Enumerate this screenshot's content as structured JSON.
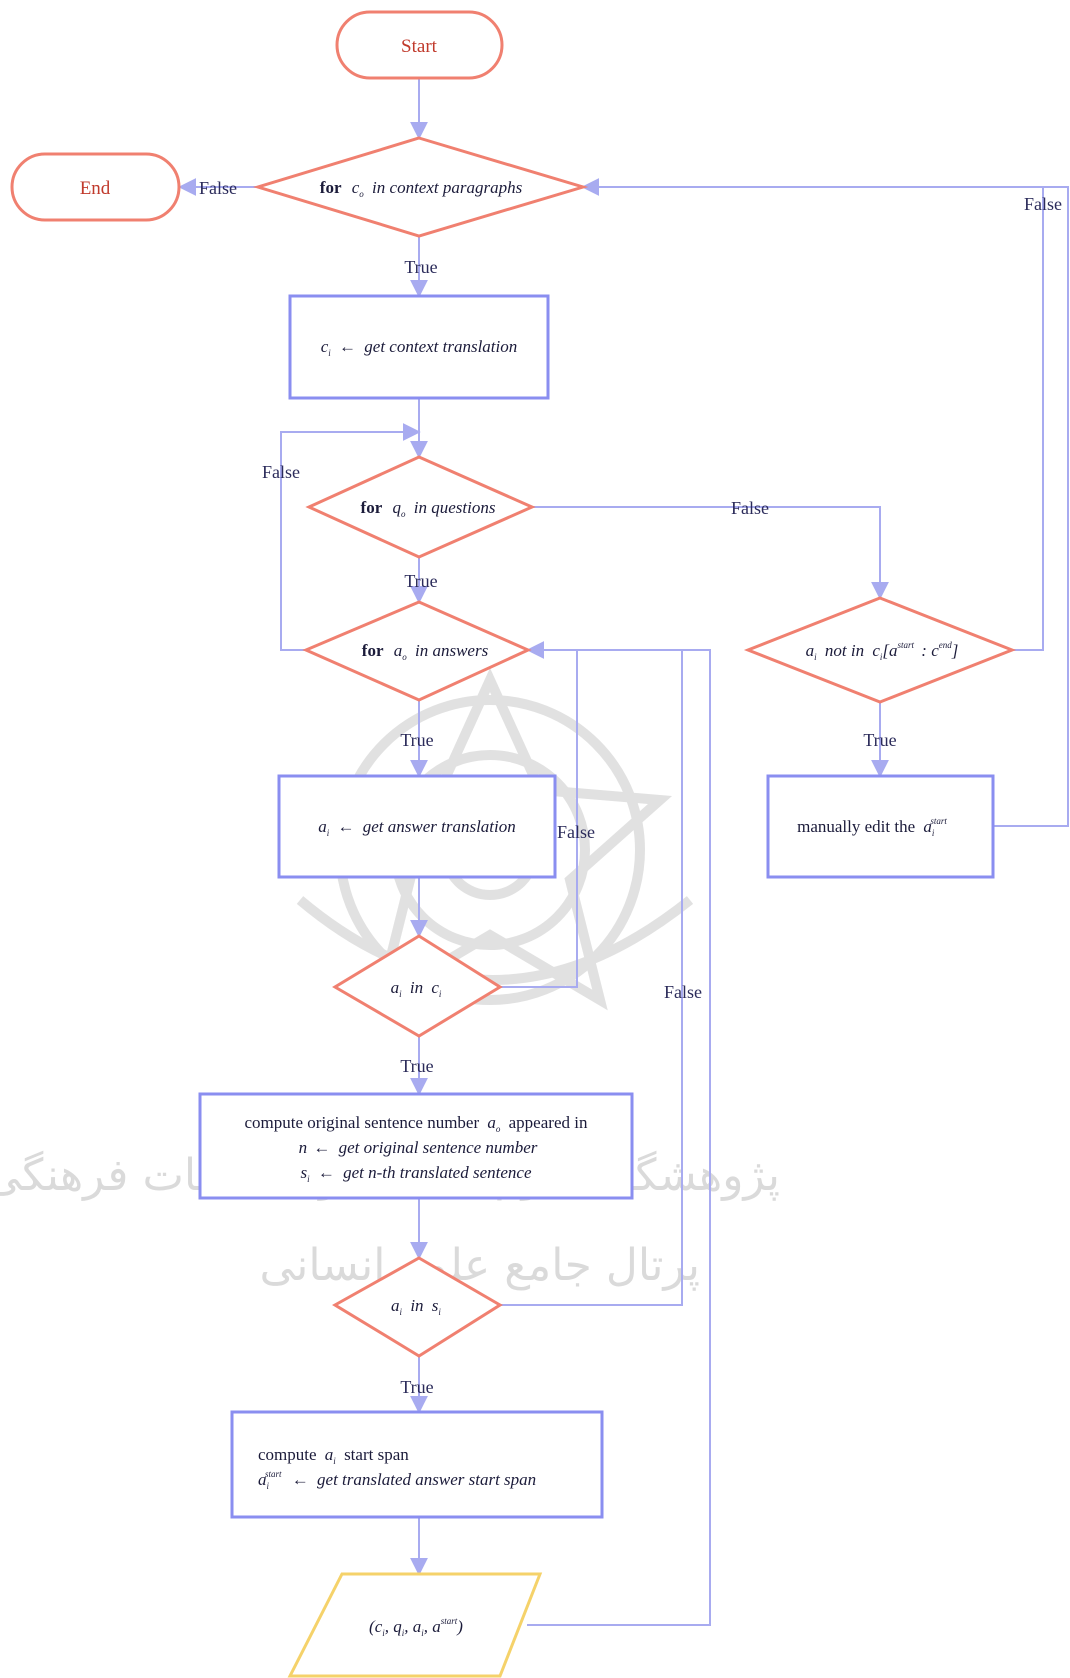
{
  "terminals": {
    "start": "Start",
    "end": "End"
  },
  "edges": {
    "false": "False",
    "true": "True"
  },
  "nodes": {
    "loop_context": {
      "kw": "for",
      "rest": "in context paragraphs",
      "var": "c",
      "sub": "o"
    },
    "ctx_translate": {
      "var": "c",
      "sub": "i",
      "rest": "get context translation"
    },
    "loop_questions": {
      "kw": "for",
      "rest": "in questions",
      "var": "q",
      "sub": "o"
    },
    "loop_answers": {
      "kw": "for",
      "rest": "in answers",
      "var": "a",
      "sub": "o"
    },
    "ans_translate": {
      "var": "a",
      "sub": "i",
      "rest": "get answer translation"
    },
    "check_in_context": {
      "a": "a",
      "sub_a": "i",
      "mid": "in",
      "c": "c",
      "sub_c": "i"
    },
    "compute_sentence": {
      "line1": "compute original sentence number",
      "line1_var": "a",
      "line1_sub": "o",
      "line1_tail": "appeared in",
      "line2_var": "n",
      "line2_rest": "get original sentence number",
      "line3_var": "s",
      "line3_sub": "i",
      "line3_rest": "get n-th translated sentence"
    },
    "check_in_sentence": {
      "a": "a",
      "sub_a": "i",
      "mid": "in",
      "s": "s",
      "sub_s": "i"
    },
    "compute_span": {
      "line1": "compute",
      "line1_var": "a",
      "line1_sub": "i",
      "line1_tail": "start span",
      "line2_var": "a",
      "line2_sub": "i",
      "line2_sup": "start",
      "line2_rest": "get translated answer start span"
    },
    "output": {
      "text_open": "(",
      "c": "c",
      "q": "q",
      "a": "a",
      "a2": "a",
      "sub": "i",
      "sup": "start",
      "text_close": ")"
    },
    "check_span": {
      "a": "a",
      "sub_a": "i",
      "mid": "not in",
      "c": "c",
      "sub_c": "i",
      "sup1": "start",
      "sup2": "end"
    },
    "manual_edit": {
      "text": "manually edit the",
      "var": "a",
      "sub": "i",
      "sup": "start"
    }
  },
  "watermark": {
    "line1": "پژوهشگاه علوم انسانی و مطالعات فرهنگی",
    "line2": "پرتال جامع علوم انسانی"
  },
  "colors": {
    "decision_stroke": "#f08070",
    "process_stroke": "#8a8ef0",
    "terminal_stroke": "#f08070",
    "io_stroke": "#f5d26a",
    "edge": "#a8abf0",
    "term_text": "#c0392b"
  }
}
